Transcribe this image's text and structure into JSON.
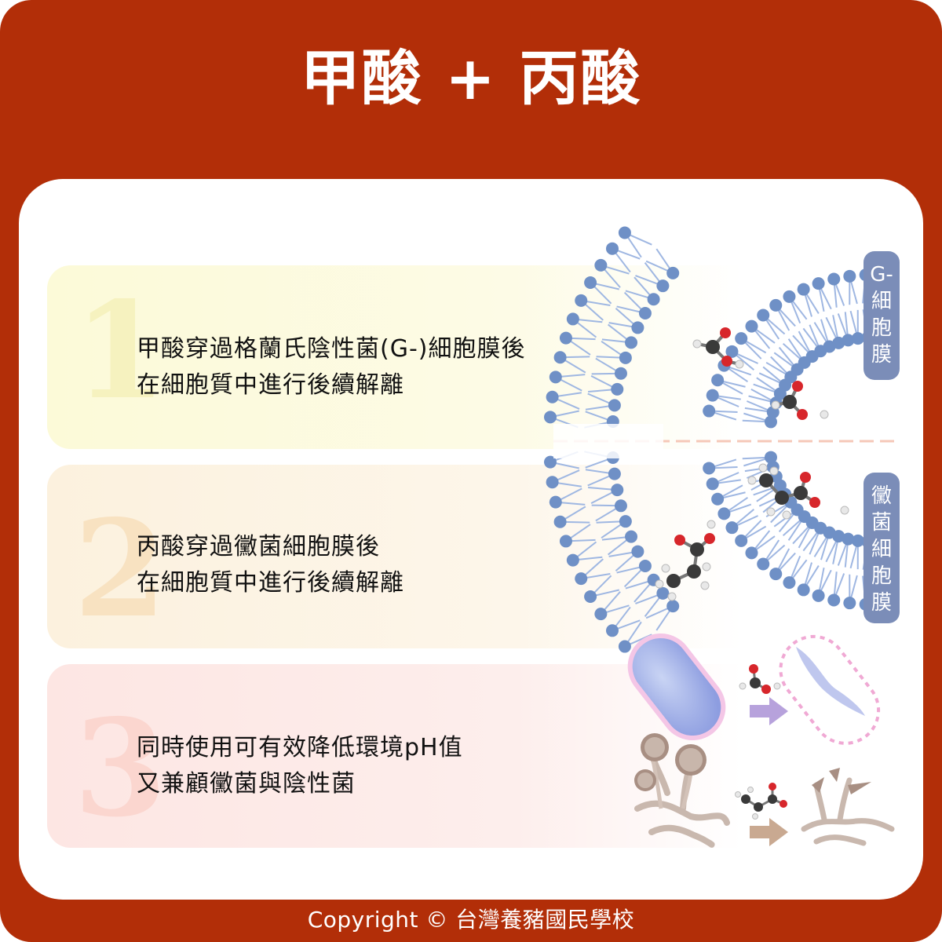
{
  "title": "甲酸 + 丙酸",
  "steps": [
    {
      "number": "1",
      "lines": [
        "甲酸穿過格蘭氏陰性菌(G-)細胞膜後",
        "在細胞質中進行後續解離"
      ]
    },
    {
      "number": "2",
      "lines": [
        "丙酸穿過黴菌細胞膜後",
        "在細胞質中進行後續解離"
      ]
    },
    {
      "number": "3",
      "lines": [
        "同時使用可有效降低環境pH值",
        "又兼顧黴菌與陰性菌"
      ]
    }
  ],
  "membrane_labels": {
    "gram_negative": [
      "G-",
      "細",
      "胞",
      "膜"
    ],
    "fungal": [
      "黴",
      "菌",
      "細",
      "胞",
      "膜"
    ]
  },
  "colors": {
    "frame": "#b22e08",
    "membrane_head": "#6f90c6",
    "membrane_tail": "#9fb7e2",
    "tag_bg": "#7b8db8",
    "oxygen": "#d7262b",
    "carbon": "#3a3a3a"
  },
  "copyright": "Copyright © 台灣養豬國民學校"
}
